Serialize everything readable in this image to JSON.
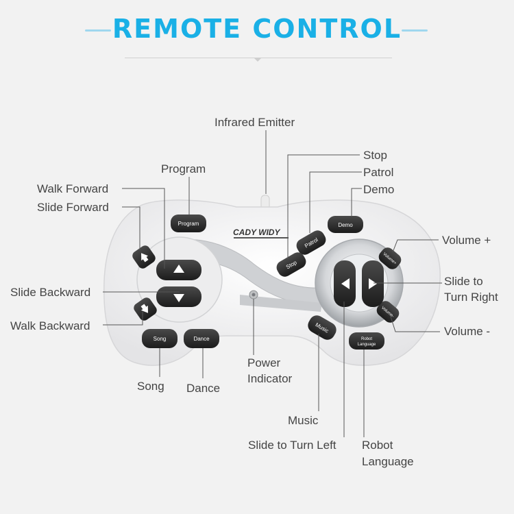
{
  "title": "REMOTE CONTROL",
  "brand": "CADY WIDY",
  "buttons": {
    "program": "Program",
    "demo": "Demo",
    "patrol": "Patrol",
    "stop": "Stop",
    "volume_plus": "Volume+",
    "volume_minus": "Volume-",
    "music": "Music",
    "robot_language_1": "Robot",
    "robot_language_2": "Language",
    "song": "Song",
    "dance": "Dance"
  },
  "labels": {
    "infrared_emitter": "Infrared Emitter",
    "stop": "Stop",
    "patrol": "Patrol",
    "demo": "Demo",
    "program": "Program",
    "walk_forward": "Walk Forward",
    "slide_forward": "Slide Forward",
    "volume_plus": "Volume +",
    "slide_to_turn_right_1": "Slide to",
    "slide_to_turn_right_2": "Turn Right",
    "slide_backward": "Slide Backward",
    "walk_backward": "Walk Backward",
    "volume_minus": "Volume -",
    "power_indicator_1": "Power",
    "power_indicator_2": "Indicator",
    "song": "Song",
    "dance": "Dance",
    "music": "Music",
    "slide_to_turn_left": "Slide to Turn Left",
    "robot_language_1": "Robot",
    "robot_language_2": "Language"
  },
  "colors": {
    "title": "#1ab0e6",
    "button": "#2a2a2a",
    "body": "#f7f7f7",
    "label": "#444444"
  }
}
